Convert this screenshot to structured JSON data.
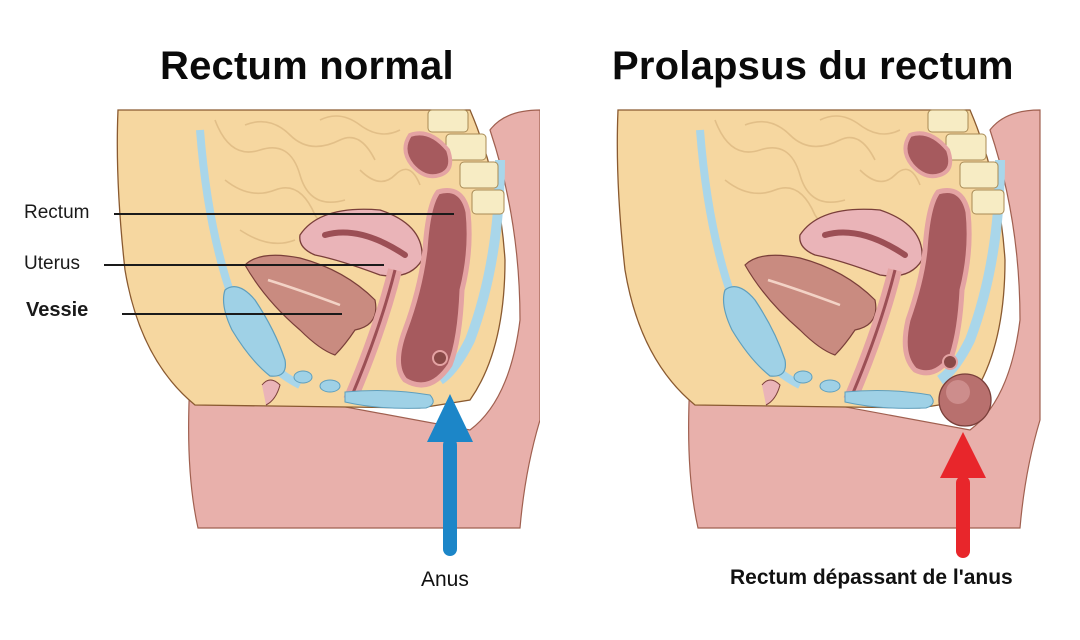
{
  "diagram": {
    "type": "medical-anatomy-comparison",
    "panels": [
      {
        "id": "normal",
        "title": "Rectum normal",
        "labels": [
          {
            "text": "Rectum",
            "bold": false
          },
          {
            "text": "Uterus",
            "bold": false
          },
          {
            "text": "Vessie",
            "bold": true
          }
        ],
        "arrow": {
          "label": "Anus",
          "color": "#1c86c8",
          "direction": "up"
        }
      },
      {
        "id": "prolapse",
        "title": "Prolapsus du rectum",
        "arrow": {
          "label": "Rectum dépassant de l'anus",
          "color": "#e8262b",
          "direction": "up"
        }
      }
    ],
    "colors": {
      "skin": "#f6d7a0",
      "body_pink": "#e8b0ab",
      "rectum": "#a65a5e",
      "rectum_wall": "#e4a3a3",
      "bladder_blue": "#9fd1e6",
      "uterus": "#eab4b8",
      "spine": "#f7ecc4",
      "outline": "#7a4a2e"
    }
  }
}
